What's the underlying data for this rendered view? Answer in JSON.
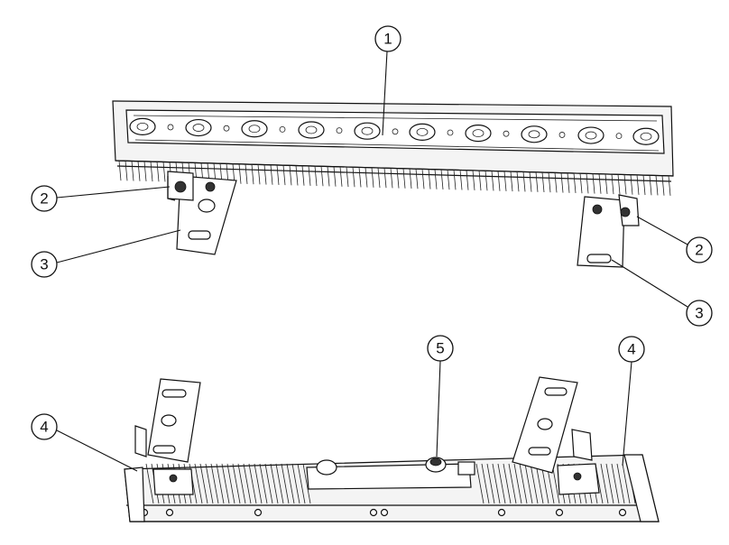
{
  "callouts": [
    {
      "id": "c1",
      "label": "1",
      "part": "led-lens-row"
    },
    {
      "id": "c2a",
      "label": "2",
      "part": "tilt-knob-left"
    },
    {
      "id": "c3a",
      "label": "3",
      "part": "mounting-bracket-left"
    },
    {
      "id": "c2b",
      "label": "2",
      "part": "tilt-knob-right"
    },
    {
      "id": "c3b",
      "label": "3",
      "part": "mounting-bracket-right"
    },
    {
      "id": "c5",
      "label": "5",
      "part": "cable-gland"
    },
    {
      "id": "c4a",
      "label": "4",
      "part": "end-cap-left"
    },
    {
      "id": "c4b",
      "label": "4",
      "part": "end-cap-right"
    }
  ]
}
